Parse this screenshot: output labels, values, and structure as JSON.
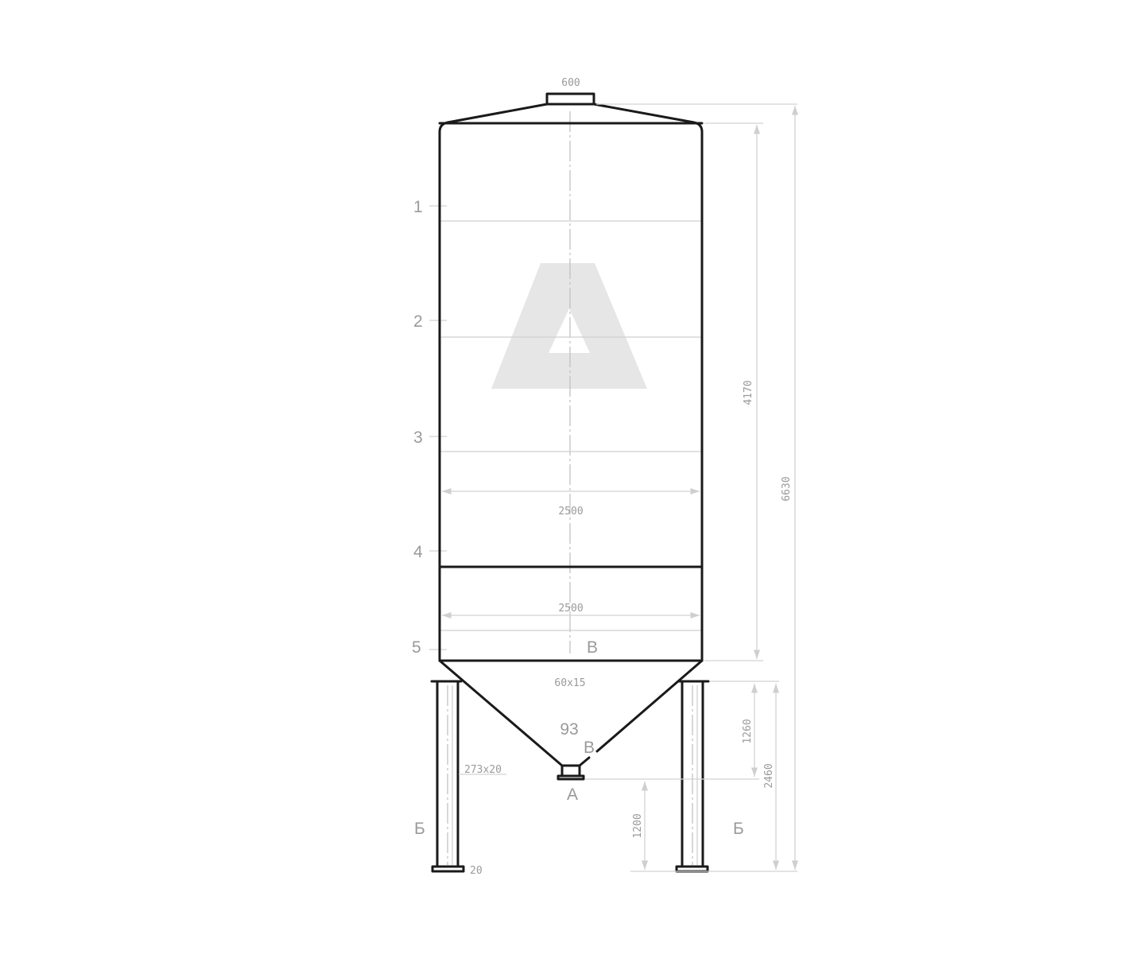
{
  "drawing": {
    "top_hatch_width": "600",
    "shell_diameter_upper": "2500",
    "shell_diameter_lower": "2500",
    "shell_height": "4170",
    "overall_height": "6630",
    "leg_pipe": "273x20",
    "ring_profile": "60x15",
    "cone_angle": "93",
    "cone_drop": "1260",
    "leg_height": "2460",
    "outlet_height": "1200",
    "foot_plate": "20",
    "level_marks": [
      "1",
      "2",
      "3",
      "4",
      "5"
    ],
    "section_labels": {
      "a": "А",
      "b_left": "Б",
      "b_right": "Б",
      "v_upper": "В",
      "v_lower": "В"
    },
    "colors": {
      "outline": "#1a1a1a",
      "dimension": "#cfcfcf",
      "text": "#9a9a9a",
      "logo": "#e6e6e6"
    },
    "logo_icon": "triangle-logo-icon"
  }
}
